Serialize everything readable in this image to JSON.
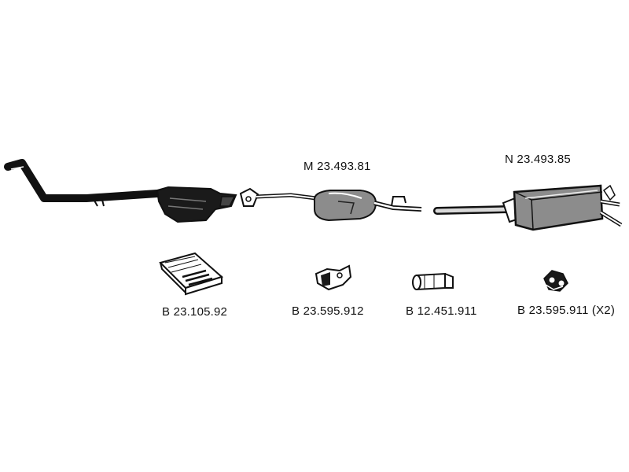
{
  "labels": {
    "mid_muffler": "M 23.493.81",
    "rear_muffler": "N 23.493.85",
    "mount_kit": "B 23.105.92",
    "bracket_1": "B 23.595.912",
    "clamp": "B 12.451.911",
    "bracket_2": "B 23.595.911 (X2)"
  },
  "colors": {
    "ink": "#111111",
    "paper": "#ffffff",
    "fill_dark": "#1a1a1a",
    "fill_mid": "#8c8c8c",
    "fill_light": "#d9d9d9"
  }
}
